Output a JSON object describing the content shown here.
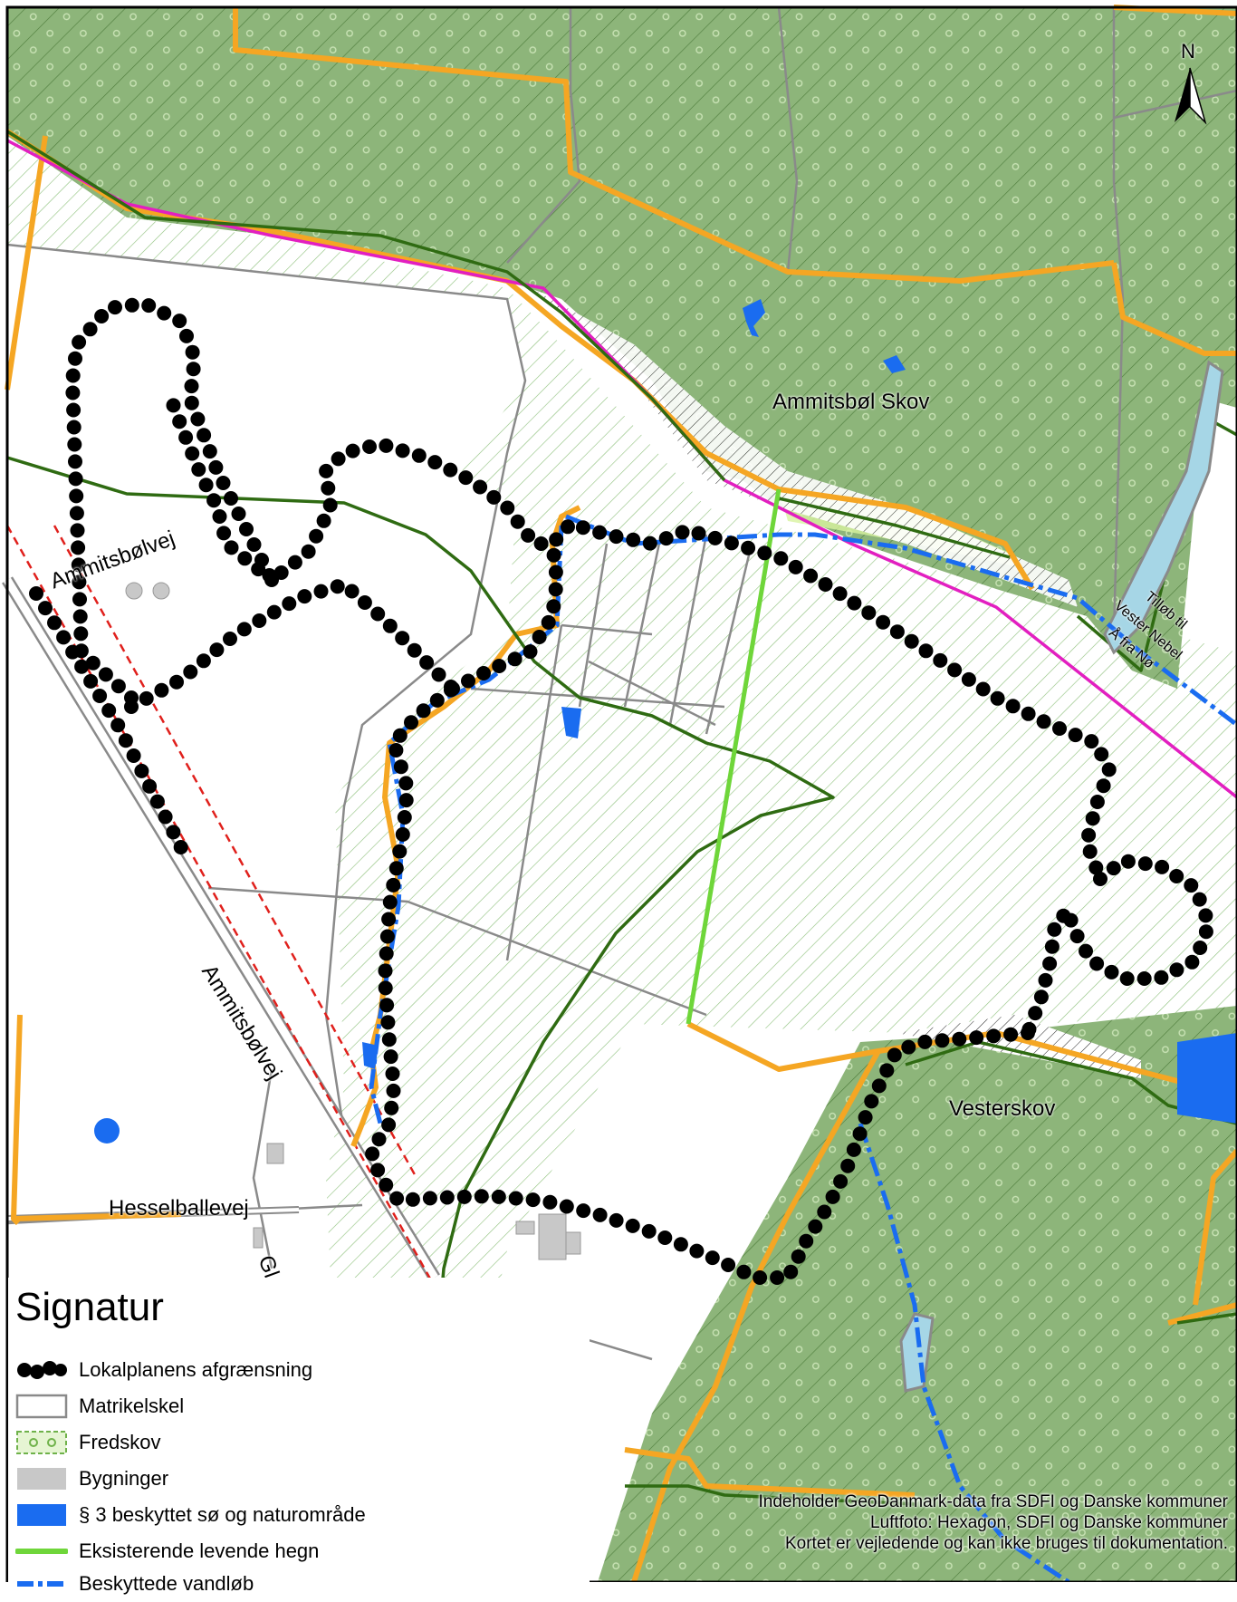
{
  "map": {
    "north_label": "N",
    "places": {
      "ammitsbol_skov": "Ammitsbøl Skov",
      "vesterskov": "Vesterskov",
      "ammitsbolvej_upper": "Ammitsbølvej",
      "ammitsbolvej_lower": "Ammitsbølvej",
      "hesselballevej": "Hesselballevej",
      "gl_road": "Gl.",
      "tillob_1": "Tilløb til",
      "tillob_2": "Vester Nebel",
      "tillob_3": "Å fra Nø"
    }
  },
  "legend": {
    "title": "Signatur",
    "items": [
      {
        "label": "Lokalplanens afgrænsning",
        "icon": "dotted-boundary-icon"
      },
      {
        "label": "Matrikelskel",
        "icon": "parcel-outline-icon"
      },
      {
        "label": "Fredskov",
        "icon": "forest-hatch-icon"
      },
      {
        "label": "Bygninger",
        "icon": "building-icon"
      },
      {
        "label": "§ 3 beskyttet sø og naturområde",
        "icon": "protected-area-icon"
      },
      {
        "label": "Eksisterende levende hegn",
        "icon": "hedge-line-icon"
      },
      {
        "label": "Beskyttede vandløb",
        "icon": "stream-line-icon"
      }
    ]
  },
  "credits": {
    "line1": "Indeholder GeoDanmark-data fra SDFI og Danske kommuner",
    "line2": "Luftfoto: Hexagon, SDFI og Danske kommuner",
    "line3": "Kortet er vejledende og kan ikke bruges til dokumentation."
  },
  "colors": {
    "forest": "#8db57a",
    "forest_hatch": "#4f7d3c",
    "meadow_hatch": "#8cc07a",
    "parcel": "#8a8a8a",
    "boundary_orange": "#f5a623",
    "pink_line": "#e21fc0",
    "hedge_dark": "#2f6b12",
    "hedge_light": "#6fd63a",
    "water": "#1a6cf0",
    "lake_light": "#a6d6e6",
    "building": "#c8c8c8",
    "road_red": "#e0201c"
  }
}
